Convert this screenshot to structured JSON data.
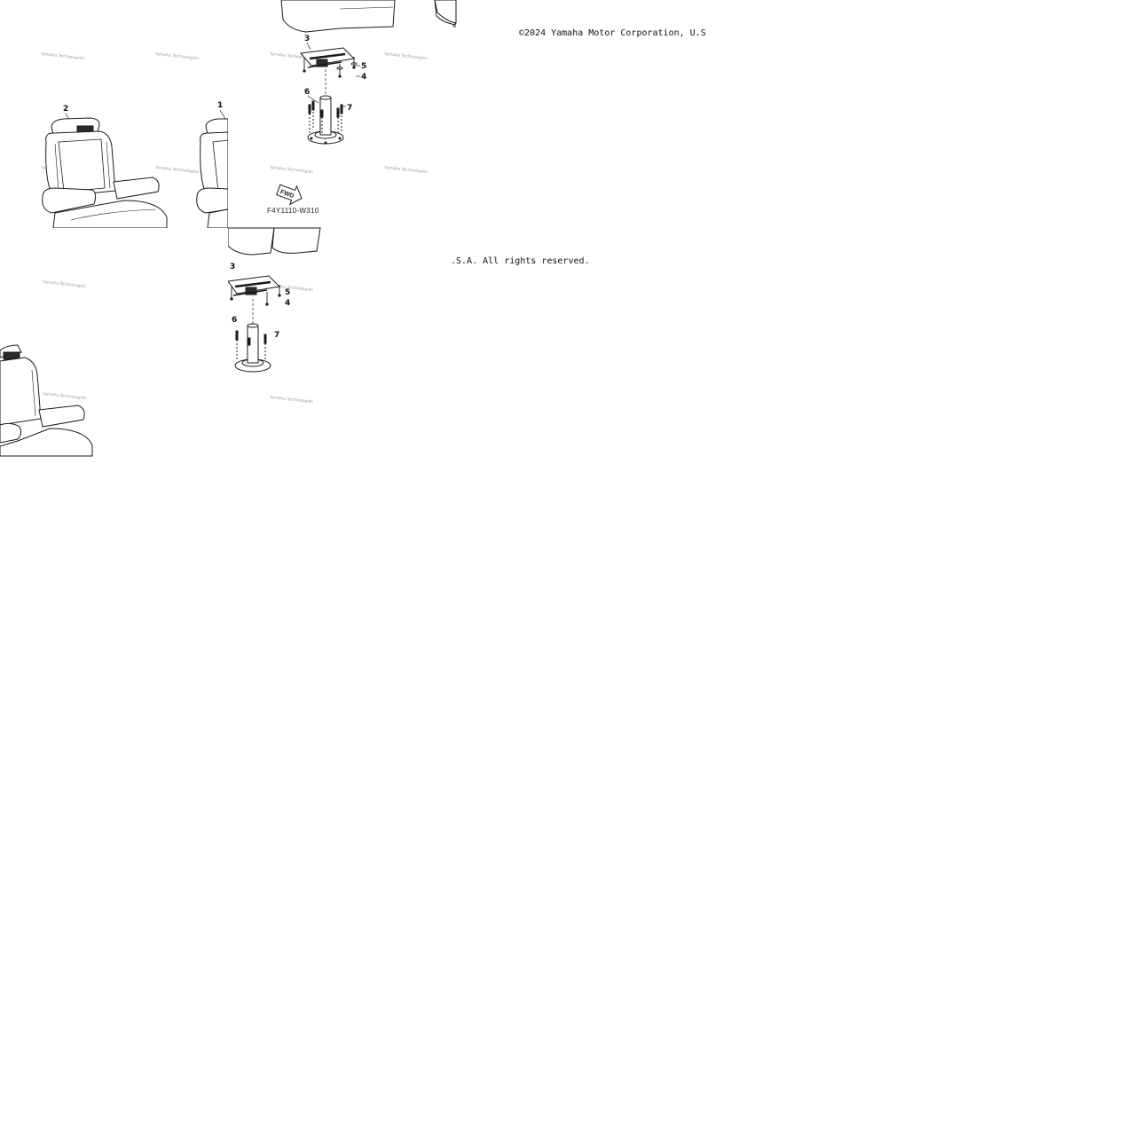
{
  "diagram": {
    "figure_code": "F4Y1110-W310",
    "forward_label": "FWD",
    "watermark_text": "Yamaha Technologies",
    "callouts": [
      "1",
      "2",
      "3",
      "4",
      "5",
      "6",
      "7"
    ]
  },
  "copyright": {
    "part_1": "©2024 Yamaha Motor Corporation, U.S",
    "part_2": ".S.A. All rights reserved."
  },
  "colors": {
    "line": "#1a1a1a",
    "seat_dark": "#2a2a2a",
    "watermark": "#9a9a9a",
    "background": "#ffffff"
  }
}
